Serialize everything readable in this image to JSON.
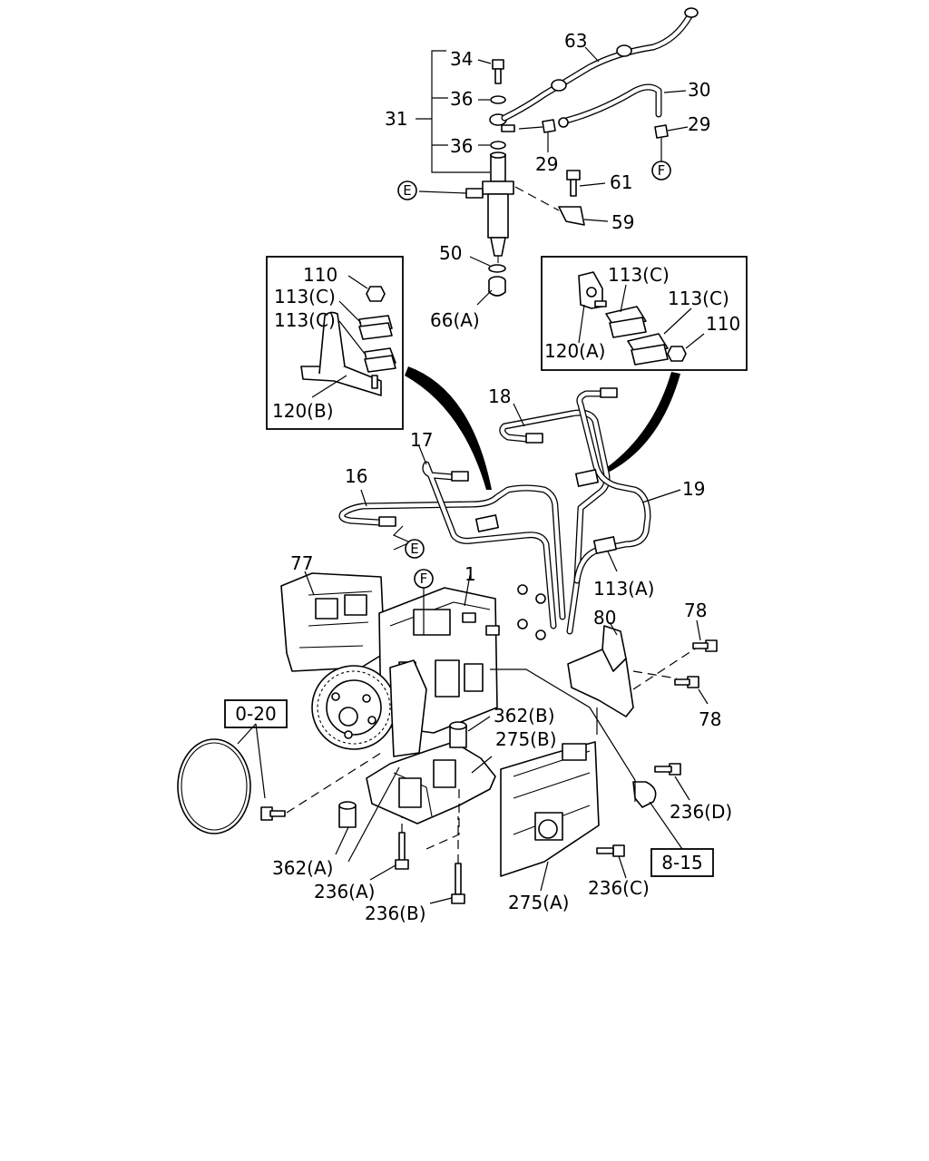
{
  "labels": {
    "l1": "1",
    "l16": "16",
    "l17": "17",
    "l18": "18",
    "l19": "19",
    "l29a": "29",
    "l29b": "29",
    "l30": "30",
    "l31": "31",
    "l34": "34",
    "l36a": "36",
    "l36b": "36",
    "l50": "50",
    "l59": "59",
    "l61": "61",
    "l63": "63",
    "l66a": "66(A)",
    "l77": "77",
    "l78a": "78",
    "l78b": "78",
    "l80": "80",
    "l110a": "110",
    "l110b": "110",
    "l113a": "113(A)",
    "l113c1": "113(C)",
    "l113c2": "113(C)",
    "l113c3": "113(C)",
    "l113c4": "113(C)",
    "l120a": "120(A)",
    "l120b": "120(B)",
    "l236a": "236(A)",
    "l236b": "236(B)",
    "l236c": "236(C)",
    "l236d": "236(D)",
    "l275a": "275(A)",
    "l275b": "275(B)",
    "l362a": "362(A)",
    "l362b": "362(B)"
  },
  "refs": {
    "ref020": "0-20",
    "ref815": "8-15"
  },
  "connectors": {
    "e1": "E",
    "e2": "E",
    "f1": "F",
    "f2": "F"
  }
}
